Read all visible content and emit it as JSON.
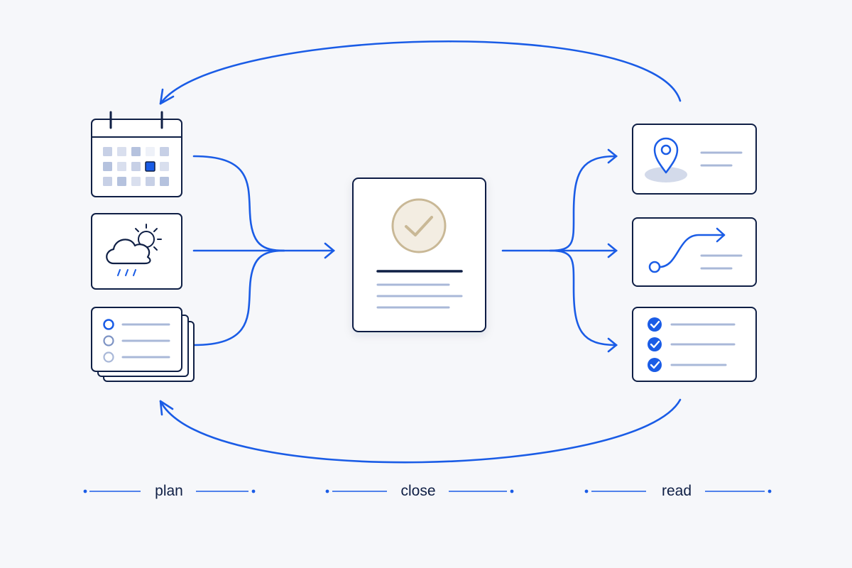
{
  "stages": [
    {
      "id": "plan",
      "label": "plan"
    },
    {
      "id": "close",
      "label": "close"
    },
    {
      "id": "read",
      "label": "read"
    }
  ],
  "inputs": [
    {
      "name": "calendar-card",
      "icon": "calendar-icon"
    },
    {
      "name": "weather-card",
      "icon": "weather-icon"
    },
    {
      "name": "checklist-stack-card",
      "icon": "radio-list-icon"
    }
  ],
  "center": {
    "name": "approval-document-card",
    "icon": "check-circle-icon"
  },
  "outputs": [
    {
      "name": "location-card",
      "icon": "map-pin-icon"
    },
    {
      "name": "route-card",
      "icon": "route-icon"
    },
    {
      "name": "completed-checklist-card",
      "icon": "check-list-icon"
    }
  ],
  "colors": {
    "accent": "#1a5ce6",
    "navy": "#0f1f45",
    "muted_line": "#a9b8d8",
    "tan": "#c9b896",
    "tan_fill": "#f3ede2",
    "background": "#f6f7fa"
  }
}
